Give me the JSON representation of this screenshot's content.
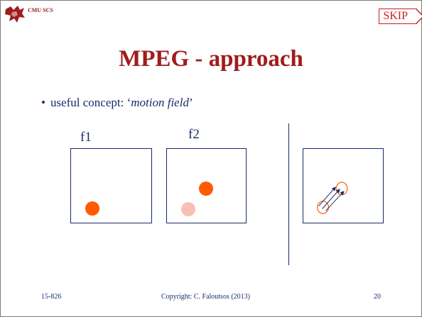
{
  "header": {
    "label": "CMU SCS",
    "skip_label": "SKIP"
  },
  "slide": {
    "title": "MPEG - approach",
    "bullet": {
      "prefix": "useful concept: ",
      "open_quote": "‘",
      "emphasis": "motion field",
      "close_quote": "’"
    },
    "frame1_label": "f1",
    "frame2_label": "f2"
  },
  "footer": {
    "course": "15-826",
    "copyright": "Copyright: C. Faloutsos (2013)",
    "page": "20"
  },
  "colors": {
    "title": "#a01c1c",
    "text": "#1a2a6c",
    "ball": "#ff5a00",
    "ball_faded": "#f8bfb6",
    "accent": "#c41e1e"
  }
}
